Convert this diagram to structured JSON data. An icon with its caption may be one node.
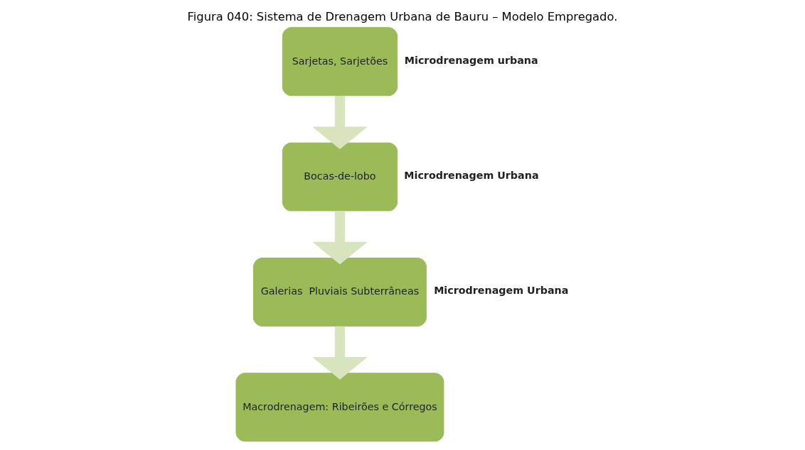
{
  "diagram": {
    "title": "Figura 040: Sistema de Drenagem Urbana de Bauru – Modelo Empregado.",
    "nodes": [
      {
        "text": [
          "Sarjetas, Sarjetões"
        ],
        "beside": [
          "Microdrenagem urbana"
        ]
      },
      {
        "text": [
          "Bocas-de-lobo"
        ],
        "beside": [
          "Microdrenagem Urbana"
        ]
      },
      {
        "text": [
          "Galerias  Pluviais Subterrâneas"
        ],
        "beside": [
          "Microdrenagem Urbana"
        ]
      },
      {
        "text": [
          "Macrodrenagem: Ribeirões e Córregos"
        ]
      }
    ],
    "edges": [
      {
        "from": 0,
        "to": 1,
        "arrow": "to"
      },
      {
        "from": 1,
        "to": 2,
        "arrow": "to"
      },
      {
        "from": 2,
        "to": 3,
        "arrow": "to"
      }
    ]
  }
}
